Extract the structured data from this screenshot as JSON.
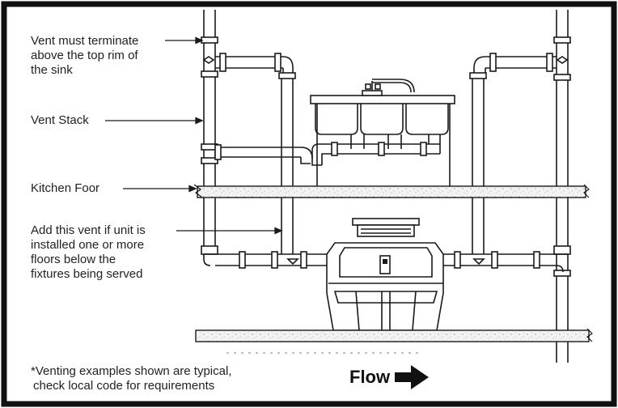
{
  "labels": {
    "vent_terminate": [
      "Vent must terminate",
      "above the top rim of",
      "the sink"
    ],
    "vent_stack": "Vent Stack",
    "kitchen_floor": "Kitchen Foor",
    "add_vent": [
      "Add this vent if unit is",
      "installed one or more",
      "floors below the",
      "fixtures being served"
    ]
  },
  "footnote": [
    "*Venting examples shown are typical,",
    "check local code for requirements"
  ],
  "flow_label": "Flow",
  "colors": {
    "line": "#1a1a1a",
    "frame": "#111111",
    "floor_fill": "#ececec",
    "background": "#ffffff"
  }
}
